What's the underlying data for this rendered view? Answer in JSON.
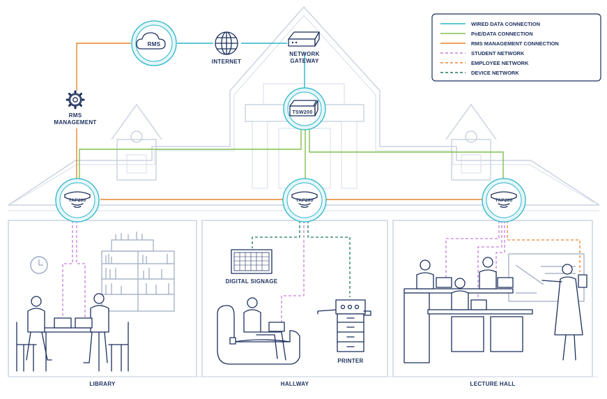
{
  "legend": {
    "items": [
      {
        "label": "WIRED DATA CONNECTION",
        "color": "#29b5c9",
        "style": "solid"
      },
      {
        "label": "PoE/DATA CONNECTION",
        "color": "#7fbf4d",
        "style": "solid"
      },
      {
        "label": "RMS MANAGEMENT CONNECTION",
        "color": "#e8842f",
        "style": "solid"
      },
      {
        "label": "STUDENT NETWORK",
        "color": "#c77ddb",
        "style": "dashed"
      },
      {
        "label": "EMPLOYEE NETWORK",
        "color": "#e8842f",
        "style": "dashed"
      },
      {
        "label": "DEVICE NETWORK",
        "color": "#1e7a5a",
        "style": "dashed"
      }
    ]
  },
  "nodes": {
    "rms": "RMS",
    "internet": "INTERNET",
    "gateway": [
      "NETWORK",
      "GATEWAY"
    ],
    "switch": "TSW200",
    "rms_management": [
      "RMS",
      "MANAGEMENT"
    ],
    "ap_left": "TAP200",
    "ap_mid": "TAP200",
    "ap_right": "TAP200"
  },
  "devices": {
    "signage": "DIGITAL SIGNAGE",
    "printer": "PRINTER"
  },
  "rooms": {
    "library": "LIBRARY",
    "hallway": "HALLWAY",
    "lecture": "LECTURE HALL"
  },
  "colors": {
    "ink": "#1b2e5c",
    "wired": "#29b5c9",
    "poe": "#7fbf4d",
    "rms": "#e8842f",
    "student": "#c77ddb",
    "employee": "#e8842f",
    "device": "#1e7a5a"
  }
}
